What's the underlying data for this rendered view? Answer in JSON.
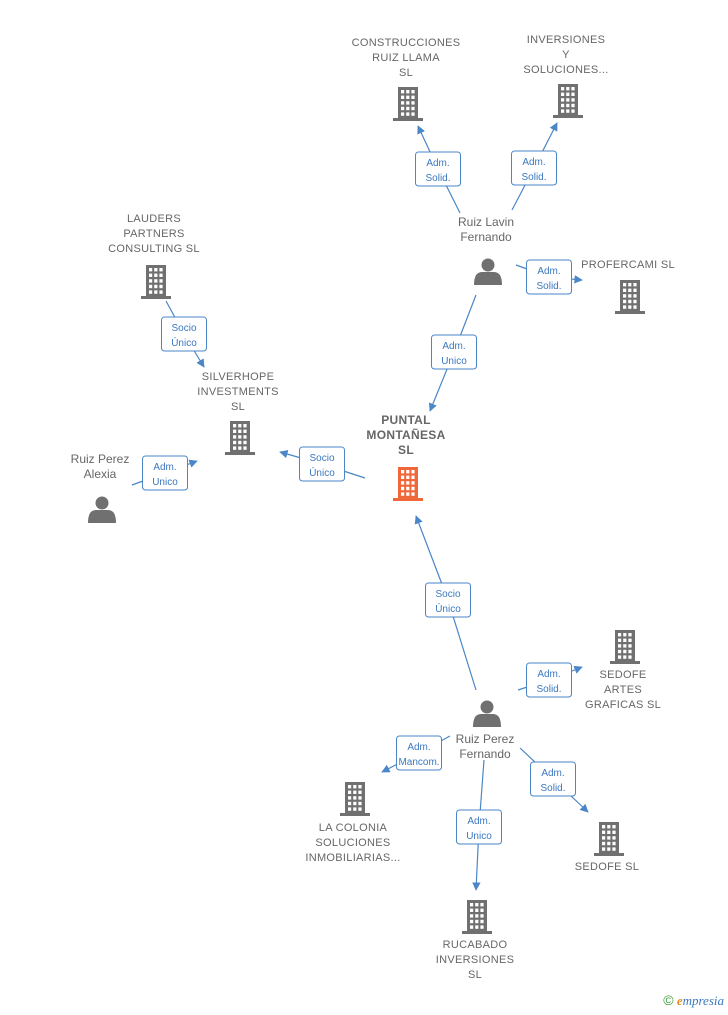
{
  "nodes": [
    {
      "id": "puntal",
      "kind": "company",
      "central": true,
      "lines": [
        "PUNTAL",
        "MONTAÑESA",
        "SL"
      ]
    },
    {
      "id": "construcciones",
      "kind": "company",
      "lines": [
        "CONSTRUCCIONES",
        "RUIZ LLAMA",
        "SL"
      ]
    },
    {
      "id": "inversiones",
      "kind": "company",
      "lines": [
        "INVERSIONES",
        "Y",
        "SOLUCIONES..."
      ]
    },
    {
      "id": "lauders",
      "kind": "company",
      "lines": [
        "LAUDERS",
        "PARTNERS",
        "CONSULTING SL"
      ]
    },
    {
      "id": "silverhope",
      "kind": "company",
      "lines": [
        "SILVERHOPE",
        "INVESTMENTS",
        "SL"
      ]
    },
    {
      "id": "profercami",
      "kind": "company",
      "lines": [
        "PROFERCAMI SL"
      ]
    },
    {
      "id": "sedofe_artes",
      "kind": "company",
      "lines": [
        "SEDOFE",
        "ARTES",
        "GRAFICAS  SL"
      ]
    },
    {
      "id": "lacolonia",
      "kind": "company",
      "lines": [
        "LA COLONIA",
        "SOLUCIONES",
        "INMOBILIARIAS..."
      ]
    },
    {
      "id": "sedofe",
      "kind": "company",
      "lines": [
        "SEDOFE SL"
      ]
    },
    {
      "id": "rucabado",
      "kind": "company",
      "lines": [
        "RUCABADO",
        "INVERSIONES",
        "SL"
      ]
    },
    {
      "id": "ruiz_lavin",
      "kind": "person",
      "lines": [
        "Ruiz Lavin",
        "Fernando"
      ]
    },
    {
      "id": "ruiz_perez_alexia",
      "kind": "person",
      "lines": [
        "Ruiz Perez",
        "Alexia"
      ]
    },
    {
      "id": "ruiz_perez_fernando",
      "kind": "person",
      "lines": [
        "Ruiz Perez",
        "Fernando"
      ]
    }
  ],
  "edges": [
    {
      "from": "ruiz_lavin",
      "to": "construcciones",
      "label": [
        "Adm.",
        "Solid."
      ]
    },
    {
      "from": "ruiz_lavin",
      "to": "inversiones",
      "label": [
        "Adm.",
        "Solid."
      ]
    },
    {
      "from": "ruiz_lavin",
      "to": "profercami",
      "label": [
        "Adm.",
        "Solid."
      ]
    },
    {
      "from": "ruiz_lavin",
      "to": "puntal",
      "label": [
        "Adm.",
        "Unico"
      ]
    },
    {
      "from": "lauders",
      "to": "silverhope",
      "label": [
        "Socio",
        "Único"
      ]
    },
    {
      "from": "puntal",
      "to": "silverhope",
      "label": [
        "Socio",
        "Único"
      ]
    },
    {
      "from": "ruiz_perez_alexia",
      "to": "silverhope",
      "label": [
        "Adm.",
        "Unico"
      ]
    },
    {
      "from": "ruiz_perez_fernando",
      "to": "puntal",
      "label": [
        "Socio",
        "Único"
      ]
    },
    {
      "from": "ruiz_perez_fernando",
      "to": "sedofe_artes",
      "label": [
        "Adm.",
        "Solid."
      ]
    },
    {
      "from": "ruiz_perez_fernando",
      "to": "lacolonia",
      "label": [
        "Adm.",
        "Mancom."
      ]
    },
    {
      "from": "ruiz_perez_fernando",
      "to": "sedofe",
      "label": [
        "Adm.",
        "Solid."
      ]
    },
    {
      "from": "ruiz_perez_fernando",
      "to": "rucabado",
      "label": [
        "Adm.",
        "Unico"
      ]
    }
  ],
  "brand": {
    "copyright": "©",
    "name": "mpresia",
    "initial": "e"
  },
  "colors": {
    "edge": "#4a86c8",
    "node": "#707070",
    "central": "#f0673a",
    "label": "#666666"
  }
}
